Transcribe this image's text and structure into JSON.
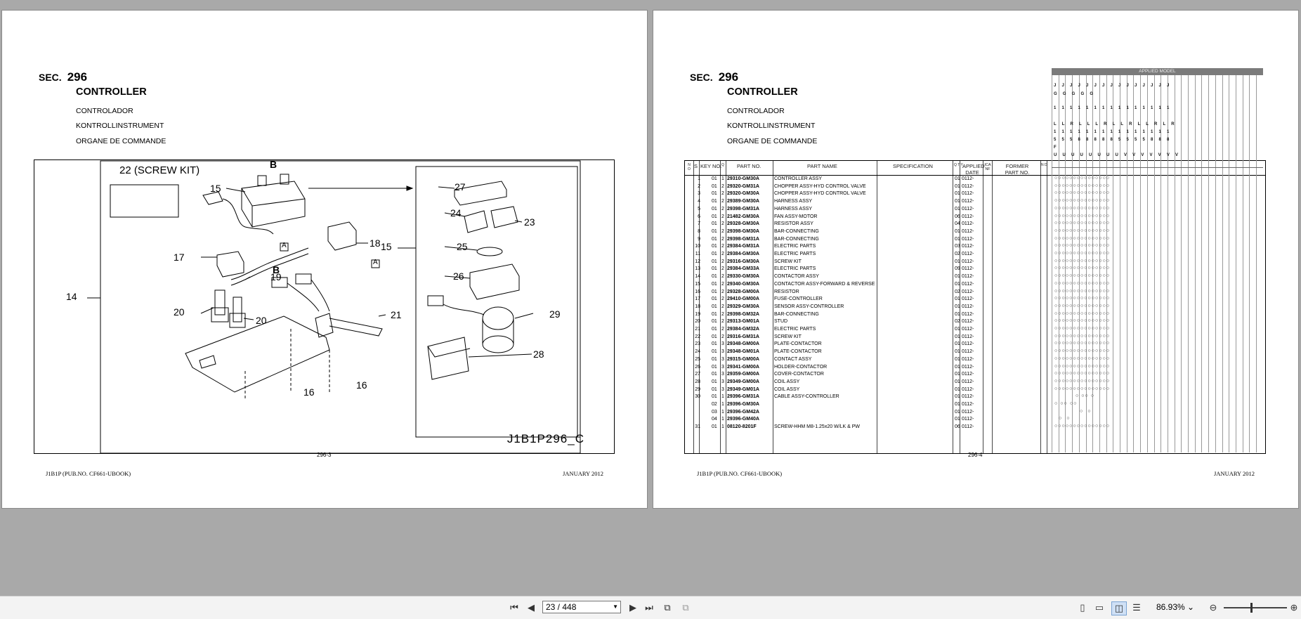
{
  "left_page": {
    "sec_label": "SEC.",
    "sec_num": "296",
    "title": "CONTROLLER",
    "subtitles": [
      "CONTROLADOR",
      "KONTROLLINSTRUMENT",
      "ORGANE DE COMMANDE"
    ],
    "diagram_code": "J1B1P296_C",
    "page_number": "296-3",
    "footer_left": "J1B1P (PUB.NO. CF661-UBOOK)",
    "footer_right": "JANUARY 2012",
    "callouts": {
      "screw_kit": "22 (SCREW KIT)",
      "n14": "14",
      "n15a": "15",
      "n15b": "15",
      "n16a": "16",
      "n16b": "16",
      "n17": "17",
      "n18": "18",
      "n19": "19",
      "n20a": "20",
      "n20b": "20",
      "n21": "21",
      "n23": "23",
      "n24": "24",
      "n25": "25",
      "n26": "26",
      "n27": "27",
      "n28": "28",
      "n29": "29",
      "B1": "B",
      "B2": "B",
      "A1": "A",
      "A2": "A"
    }
  },
  "right_page": {
    "sec_label": "SEC.",
    "sec_num": "296",
    "title": "CONTROLLER",
    "subtitles": [
      "CONTROLADOR",
      "KONTROLLINSTRUMENT",
      "ORGANE DE COMMANDE"
    ],
    "page_number": "296-4",
    "footer_left": "J1B1P (PUB.NO. CF661-UBOOK)",
    "footer_right": "JANUARY 2012",
    "applied_model_header": "APPLIED MODEL",
    "model_rows": [
      "J J J J J J J J J J J J J J J",
      "G   G   G     G   G",
      "1 1 1 1 1 1 1 1 1 1 1 1 1 1 1",
      "L L R L L L R L L R L L R L R",
      "1 1 1 1 1 1 1 1 1 1 1 1 1 1 1",
      "5 5 5 8 8 8 8 8 5 5 5 5 8 8 8",
      "        F",
      "U U U U U U U U V V V V V V V"
    ],
    "columns": {
      "no": "N O",
      "s": "S",
      "key": "KEY NO.",
      "q": "Q",
      "part_no": "PART NO.",
      "part_name": "PART  NAME",
      "spec": "SPECIFICATION",
      "qty": "Q T Y",
      "applied": "APPLIED DATE",
      "ica": "ICA NF",
      "former": "FORMER PART NO.",
      "n": "N D"
    },
    "rows": [
      {
        "no": "1",
        "s": "01",
        "k": "1",
        "part": "29310-GM30A",
        "name": "CONTROLLER ASSY",
        "qty": "01",
        "date": "0112-",
        "marks": "○○○○○○○○○○○○○○○"
      },
      {
        "no": "2",
        "s": "01",
        "k": "2",
        "part": "29320-GM31A",
        "name": "CHOPPER ASSY-HYD CONTROL VALVE",
        "qty": "01",
        "date": "0112-",
        "marks": "○○○○○○○○○○○○○○○"
      },
      {
        "no": "3",
        "s": "01",
        "k": "2",
        "part": "29320-GM30A",
        "name": "CHOPPER ASSY-HYD CONTROL VALVE",
        "qty": "01",
        "date": "0112-",
        "marks": "○○○○○○○○○○○○○○○"
      },
      {
        "no": "4",
        "s": "01",
        "k": "2",
        "part": "29389-GM30A",
        "name": "HARNESS ASSY",
        "qty": "01",
        "date": "0112-",
        "marks": "○○○○○○○○○○○○○○○"
      },
      {
        "no": "5",
        "s": "01",
        "k": "2",
        "part": "29398-GM31A",
        "name": "HARNESS ASSY",
        "qty": "01",
        "date": "0112-",
        "marks": "○○○○○○○○○○○○○○○"
      },
      {
        "no": "6",
        "s": "01",
        "k": "2",
        "part": "21482-GM30A",
        "name": "FAN ASSY-MOTOR",
        "qty": "06",
        "date": "0112-",
        "marks": "○○○○○○○○○○○○○○○"
      },
      {
        "no": "7",
        "s": "01",
        "k": "2",
        "part": "29328-GM30A",
        "name": "RESISTOR ASSY",
        "qty": "04",
        "date": "0112-",
        "marks": "○○○○○○○○○○○○○○○"
      },
      {
        "no": "8",
        "s": "01",
        "k": "2",
        "part": "29398-GM30A",
        "name": "BAR-CONNECTING",
        "qty": "01",
        "date": "0112-",
        "marks": "○○○○○○○○○○○○○○○"
      },
      {
        "no": "9",
        "s": "01",
        "k": "2",
        "part": "29398-GM31A",
        "name": "BAR-CONNECTING",
        "qty": "01",
        "date": "0112-",
        "marks": "○○○○○○○○○○○○○○○"
      },
      {
        "no": "10",
        "s": "01",
        "k": "2",
        "part": "29384-GM31A",
        "name": "ELECTRIC PARTS",
        "qty": "03",
        "date": "0112-",
        "marks": "○○○○○○○○○○○○○○○"
      },
      {
        "no": "11",
        "s": "01",
        "k": "2",
        "part": "29384-GM30A",
        "name": "ELECTRIC PARTS",
        "qty": "02",
        "date": "0112-",
        "marks": "○○○○○○○○○○○○○○○"
      },
      {
        "no": "12",
        "s": "01",
        "k": "2",
        "part": "29316-GM30A",
        "name": "SCREW KIT",
        "qty": "01",
        "date": "0112-",
        "marks": "○○○○○○○○○○○○○○○"
      },
      {
        "no": "13",
        "s": "01",
        "k": "2",
        "part": "29384-GM33A",
        "name": "ELECTRIC PARTS",
        "qty": "09",
        "date": "0112-",
        "marks": "○○○○○○○○○○○○○○○"
      },
      {
        "no": "14",
        "s": "01",
        "k": "2",
        "part": "29330-GM30A",
        "name": "CONTACTOR ASSY",
        "qty": "01",
        "date": "0112-",
        "marks": "○○○○○○○○○○○○○○○"
      },
      {
        "no": "15",
        "s": "01",
        "k": "2",
        "part": "29340-GM30A",
        "name": "CONTACTOR ASSY-FORWARD & REVERSE",
        "qty": "01",
        "date": "0112-",
        "marks": "○○○○○○○○○○○○○○○"
      },
      {
        "no": "16",
        "s": "01",
        "k": "2",
        "part": "29328-GM00A",
        "name": "RESISTOR",
        "qty": "02",
        "date": "0112-",
        "marks": "○○○○○○○○○○○○○○○"
      },
      {
        "no": "17",
        "s": "01",
        "k": "2",
        "part": "29410-GM00A",
        "name": "FUSE-CONTROLLER",
        "qty": "01",
        "date": "0112-",
        "marks": "○○○○○○○○○○○○○○○"
      },
      {
        "no": "18",
        "s": "01",
        "k": "2",
        "part": "29329-GM30A",
        "name": "SENSOR ASSY-CONTROLLER",
        "qty": "01",
        "date": "0112-",
        "marks": "○○○○○○○○○○○○○○○"
      },
      {
        "no": "19",
        "s": "01",
        "k": "2",
        "part": "29398-GM32A",
        "name": "BAR-CONNECTING",
        "qty": "01",
        "date": "0112-",
        "marks": "○○○○○○○○○○○○○○○"
      },
      {
        "no": "20",
        "s": "01",
        "k": "2",
        "part": "29313-GM01A",
        "name": "STUD",
        "qty": "02",
        "date": "0112-",
        "marks": "○○○○○○○○○○○○○○○"
      },
      {
        "no": "21",
        "s": "01",
        "k": "2",
        "part": "29384-GM32A",
        "name": "ELECTRIC PARTS",
        "qty": "01",
        "date": "0112-",
        "marks": "○○○○○○○○○○○○○○○"
      },
      {
        "no": "22",
        "s": "01",
        "k": "2",
        "part": "29316-GM31A",
        "name": "SCREW KIT",
        "qty": "01",
        "date": "0112-",
        "marks": "○○○○○○○○○○○○○○○"
      },
      {
        "no": "23",
        "s": "01",
        "k": "3",
        "part": "29348-GM00A",
        "name": "PLATE-CONTACTOR",
        "qty": "01",
        "date": "0112-",
        "marks": "○○○○○○○○○○○○○○○"
      },
      {
        "no": "24",
        "s": "01",
        "k": "3",
        "part": "29348-GM01A",
        "name": "PLATE-CONTACTOR",
        "qty": "01",
        "date": "0112-",
        "marks": "○○○○○○○○○○○○○○○"
      },
      {
        "no": "25",
        "s": "01",
        "k": "3",
        "part": "29315-GM00A",
        "name": "CONTACT ASSY",
        "qty": "01",
        "date": "0112-",
        "marks": "○○○○○○○○○○○○○○○"
      },
      {
        "no": "26",
        "s": "01",
        "k": "3",
        "part": "29341-GM00A",
        "name": "HOLDER-CONTACTOR",
        "qty": "01",
        "date": "0112-",
        "marks": "○○○○○○○○○○○○○○○"
      },
      {
        "no": "27",
        "s": "01",
        "k": "3",
        "part": "29359-GM00A",
        "name": "COVER-CONTACTOR",
        "qty": "01",
        "date": "0112-",
        "marks": "○○○○○○○○○○○○○○○"
      },
      {
        "no": "28",
        "s": "01",
        "k": "3",
        "part": "29349-GM00A",
        "name": "COIL ASSY",
        "qty": "01",
        "date": "0112-",
        "marks": "○○○○○○○○○○○○○○○"
      },
      {
        "no": "29",
        "s": "01",
        "k": "3",
        "part": "29349-GM01A",
        "name": "COIL ASSY",
        "qty": "01",
        "date": "0112-",
        "marks": "○○○○○○○○○○○○○○○"
      },
      {
        "no": "30",
        "s": "01",
        "k": "1",
        "part": "29396-GM31A",
        "name": "CABLE ASSY-CONTROLLER",
        "qty": "01",
        "date": "0112-",
        "marks": "          ○ ○○ ○"
      },
      {
        "no": "",
        "s": "02",
        "k": "1",
        "part": "29396-GM30A",
        "name": "",
        "qty": "01",
        "date": "0112-",
        "marks": "○ ○○ ○○"
      },
      {
        "no": "",
        "s": "03",
        "k": "1",
        "part": "29396-GM42A",
        "name": "",
        "qty": "01",
        "date": "0112-",
        "marks": "            ○  ○"
      },
      {
        "no": "",
        "s": "04",
        "k": "1",
        "part": "29396-GM40A",
        "name": "",
        "qty": "01",
        "date": "0112-",
        "marks": "  ○  ○"
      },
      {
        "no": "31",
        "s": "01",
        "k": "1",
        "part": "08120-8201F",
        "name": "SCREW-HHM M8-1.25x20 W/LK & PW",
        "qty": "06",
        "date": "0112-",
        "marks": "○○○○○○○○○○○○○○○"
      }
    ]
  },
  "toolbar": {
    "page_field": "23 / 448",
    "zoom": "86.93%",
    "icons": [
      "first-page-icon",
      "prev-page-icon",
      "next-page-icon",
      "last-page-icon",
      "fit-page-icon",
      "rotate-icon",
      "single-page-icon",
      "continuous-icon",
      "two-page-icon",
      "scroll-mode-icon",
      "zoom-out-icon",
      "zoom-in-icon"
    ]
  }
}
